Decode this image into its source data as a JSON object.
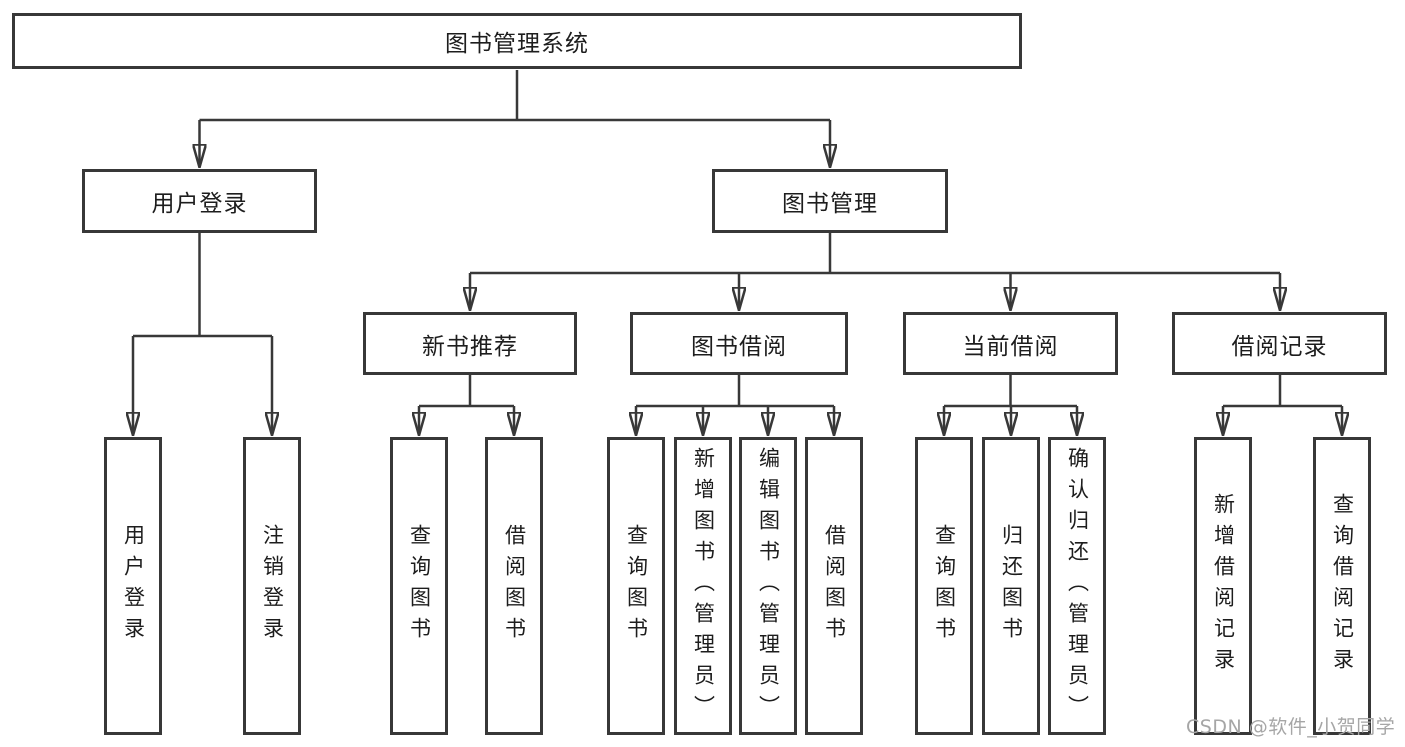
{
  "diagram": {
    "watermark": "CSDN @软件_小贺同学",
    "colors": {
      "line": "#383838",
      "box_border": "#383838",
      "text": "#1d1d1d",
      "watermark": "#a6a6a6",
      "background": "#ffffff"
    }
  },
  "tree": {
    "label": "图书管理系统",
    "children": [
      {
        "label": "用户登录",
        "children": [
          {
            "label": "用户登录"
          },
          {
            "label": "注销登录"
          }
        ]
      },
      {
        "label": "图书管理",
        "children": [
          {
            "label": "新书推荐",
            "children": [
              {
                "label": "查询图书"
              },
              {
                "label": "借阅图书"
              }
            ]
          },
          {
            "label": "图书借阅",
            "children": [
              {
                "label": "查询图书"
              },
              {
                "label": "新增图书（管理员）"
              },
              {
                "label": "编辑图书（管理员）"
              },
              {
                "label": "借阅图书"
              }
            ]
          },
          {
            "label": "当前借阅",
            "children": [
              {
                "label": "查询图书"
              },
              {
                "label": "归还图书"
              },
              {
                "label": "确认归还（管理员）"
              }
            ]
          },
          {
            "label": "借阅记录",
            "children": [
              {
                "label": "新增借阅记录"
              },
              {
                "label": "查询借阅记录"
              }
            ]
          }
        ]
      }
    ]
  }
}
